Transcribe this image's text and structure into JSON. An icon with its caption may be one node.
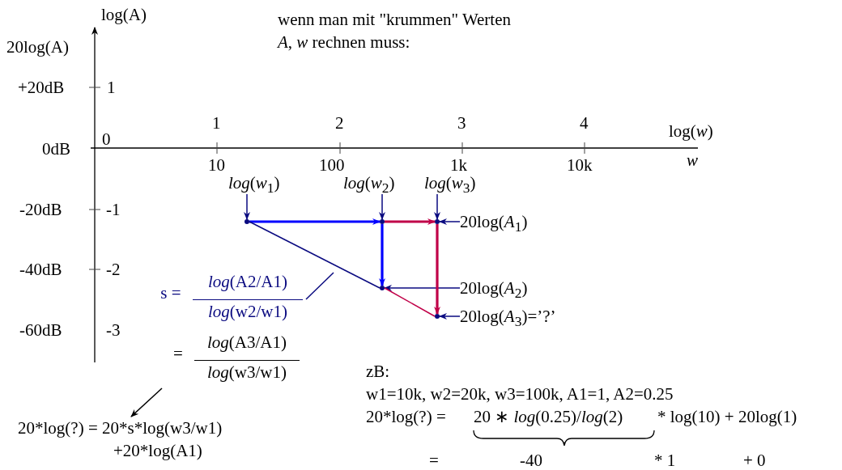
{
  "diagram": {
    "title": "wenn man mit \"krummen\" Werten *A*, *w* rechnen muss:",
    "nodes": [
      {
        "text": [
          "*log*(*w*$_{1}$)"
        ]
      },
      {
        "text": [
          "*log*(*w*$_{2}$)"
        ]
      },
      {
        "text": [
          "*log*(*w*$_{3}$)"
        ]
      },
      {
        "text": [
          "20log(*A*$_{1}$)"
        ]
      },
      {
        "text": [
          "20log(*A*$_{2}$)"
        ]
      },
      {
        "text": [
          "20log(*A*$_{3}$)=’?’"
        ]
      },
      {
        "text": [
          "s =",
          "*log*(A2/A1)",
          "*log*(w2/w1)"
        ]
      },
      {
        "text": [
          "=",
          "*log*(A3/A1)",
          "*log*(w3/w1)"
        ]
      },
      {
        "text": [
          "20*log(?) = 20*s*log(w3/w1) +20*log(A1)"
        ]
      },
      {
        "text": [],
        "shape": "point"
      },
      {
        "text": [],
        "shape": "point"
      },
      {
        "text": [],
        "shape": "point"
      },
      {
        "text": [],
        "shape": "point"
      },
      {
        "text": [],
        "shape": "point"
      }
    ],
    "edges": [
      {
        "from": 0,
        "to": 9,
        "arrow": "to"
      },
      {
        "from": 1,
        "to": 10,
        "arrow": "to"
      },
      {
        "from": 2,
        "to": 11,
        "arrow": "to"
      },
      {
        "from": 3,
        "to": 11,
        "arrow": "to"
      },
      {
        "from": 4,
        "to": 12,
        "arrow": "to"
      },
      {
        "from": 5,
        "to": 13,
        "arrow": "to"
      },
      {
        "from": 6,
        "to": null,
        "arrow": "none"
      },
      {
        "from": 7,
        "to": 8,
        "arrow": "to",
        "color": "#000000"
      },
      {
        "from": 9,
        "to": 10,
        "arrow": "to",
        "style": "thick",
        "color": "#0000ff"
      },
      {
        "from": 10,
        "to": 11,
        "arrow": "to",
        "style": "thick",
        "color": "#c00048"
      },
      {
        "from": 10,
        "to": 12,
        "arrow": "to",
        "style": "thick",
        "color": "#0000ff"
      },
      {
        "from": 11,
        "to": 13,
        "arrow": "to",
        "style": "thick",
        "color": "#c00048"
      },
      {
        "from": 9,
        "to": 12,
        "arrow": "none"
      },
      {
        "from": 12,
        "to": 13,
        "arrow": "none",
        "color": "#c00048"
      }
    ],
    "labels": [
      "log(A)",
      "20log(A)",
      "+20dB",
      "1",
      "1",
      "2",
      "3",
      "4",
      "log(*w*)",
      "0dB",
      "0",
      "10",
      "100",
      "1k",
      "10k",
      "w",
      "-20dB",
      "-1",
      "-40dB",
      "-2",
      "-60dB",
      "-3",
      "zB:",
      "w1=10k, w2=20k, w3=100k,   A1=1, A2=0.25",
      "20*log(?) =",
      "20 ∗ *log*(0.25)/*log*(2)",
      "* log(10) + 20log(1)",
      "=",
      "-40",
      "* 1",
      "+ 0"
    ]
  }
}
